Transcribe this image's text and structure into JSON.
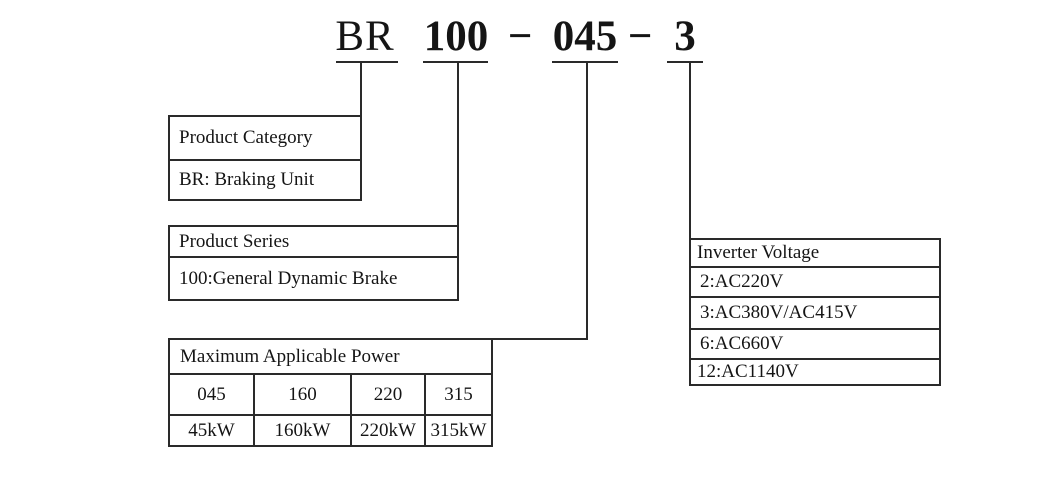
{
  "model_code": {
    "prefix": "BR",
    "series": "100",
    "separator": "−",
    "power": "045",
    "voltage": "3"
  },
  "product_category": {
    "header": "Product Category",
    "value": "BR: Braking Unit"
  },
  "product_series": {
    "header": "Product Series",
    "value": "100:General Dynamic Brake"
  },
  "max_power": {
    "header": "Maximum Applicable Power",
    "codes": [
      "045",
      "160",
      "220",
      "315"
    ],
    "values": [
      "45kW",
      "160kW",
      "220kW",
      "315kW"
    ]
  },
  "inverter_voltage": {
    "header": "Inverter Voltage",
    "options": [
      "2:AC220V",
      "3:AC380V/AC415V",
      "6:AC660V",
      "12:AC1140V"
    ]
  },
  "colors": {
    "line": "#2a2a2a",
    "text": "#151515",
    "background": "#ffffff"
  }
}
